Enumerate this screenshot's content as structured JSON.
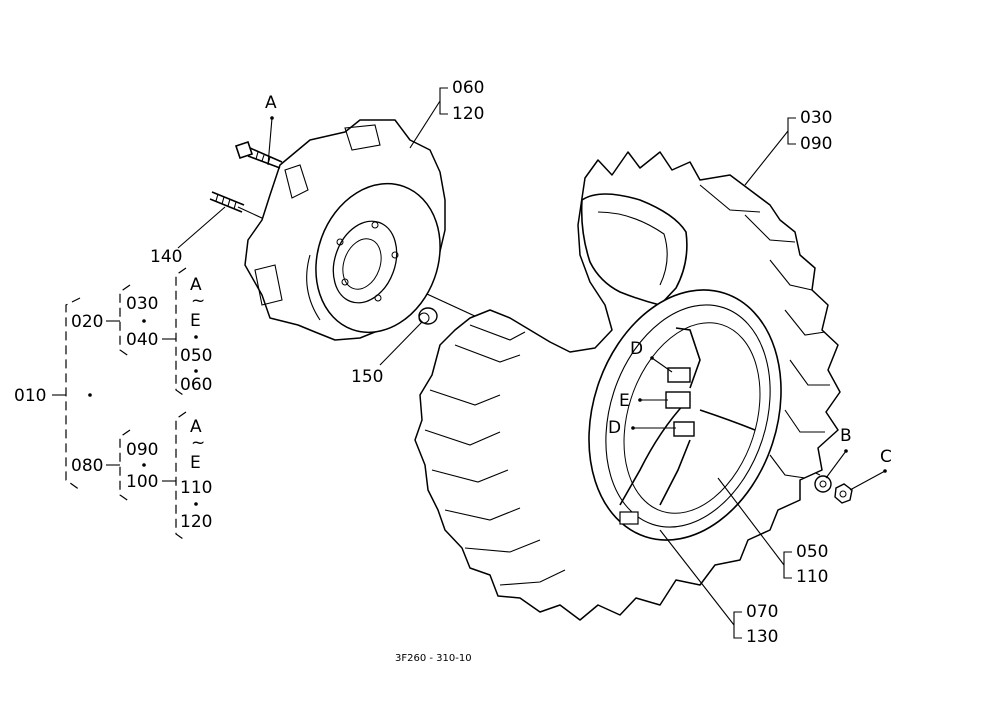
{
  "diagram": {
    "caption": "3F260 - 310-10",
    "parts": {
      "p010": "010",
      "p020": "020",
      "p030": "030",
      "p040": "040",
      "p050": "050",
      "p060": "060",
      "p080": "080",
      "p090": "090",
      "p100": "100",
      "p110": "110",
      "p120": "120",
      "p140": "140",
      "p150": "150",
      "p070": "070",
      "p130": "130"
    },
    "letters": {
      "a": "A",
      "b": "B",
      "c": "C",
      "d": "D",
      "e": "E",
      "range": "A ~ E",
      "tilde": "~"
    }
  }
}
